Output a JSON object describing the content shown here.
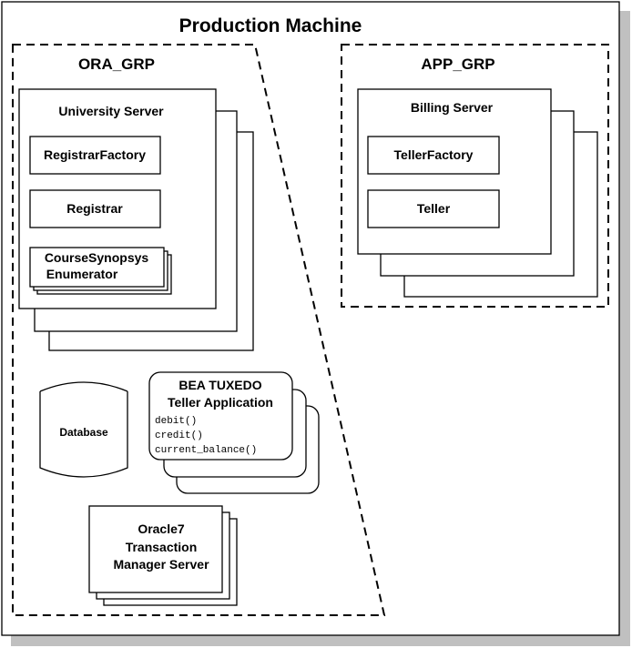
{
  "title": "Production Machine",
  "groups": {
    "ora": {
      "label": "ORA_GRP"
    },
    "app": {
      "label": "APP_GRP"
    }
  },
  "university_server": {
    "label": "University Server",
    "registrar_factory": "RegistrarFactory",
    "registrar": "Registrar",
    "course_enum_line1": "CourseSynopsys",
    "course_enum_line2": "Enumerator"
  },
  "billing_server": {
    "label": "Billing Server",
    "teller_factory": "TellerFactory",
    "teller": "Teller"
  },
  "database": {
    "label": "Database"
  },
  "tuxedo": {
    "line1": "BEA TUXEDO",
    "line2": "Teller Application",
    "methods": [
      "debit()",
      "credit()",
      "current_balance()"
    ]
  },
  "oracle": {
    "line1": "Oracle7",
    "line2": "Transaction",
    "line3": "Manager Server"
  }
}
